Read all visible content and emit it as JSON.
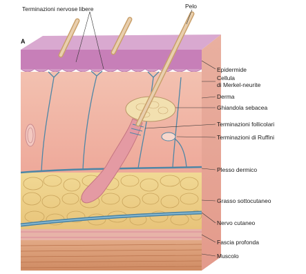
{
  "diagram": {
    "panel_letter": "A",
    "labels": {
      "free_nerve_endings": "Terminazioni nervose libere",
      "hair": "Pelo",
      "epidermis": "Epidermide",
      "merkel_line1": "Cellula",
      "merkel_line2": "di Merkel-neurite",
      "dermis": "Derma",
      "sebaceous_gland": "Ghiandola sebacea",
      "follicular_endings": "Terminazioni follicolari",
      "ruffini_endings": "Terminazioni di Ruffini",
      "dermal_plexus": "Plesso dermico",
      "subcutaneous_fat": "Grasso sottocutaneo",
      "cutaneous_nerve": "Nervo cutaneo",
      "deep_fascia": "Fascia profonda",
      "muscle": "Muscolo"
    },
    "colors": {
      "epidermis": "#c77fb8",
      "dermis": "#f2b8a6",
      "fat": "#eed08a",
      "nerve": "#4d86a6",
      "hair": "#e9cfae",
      "fascia": "#d88a9a",
      "muscle": "#d99a73"
    }
  }
}
